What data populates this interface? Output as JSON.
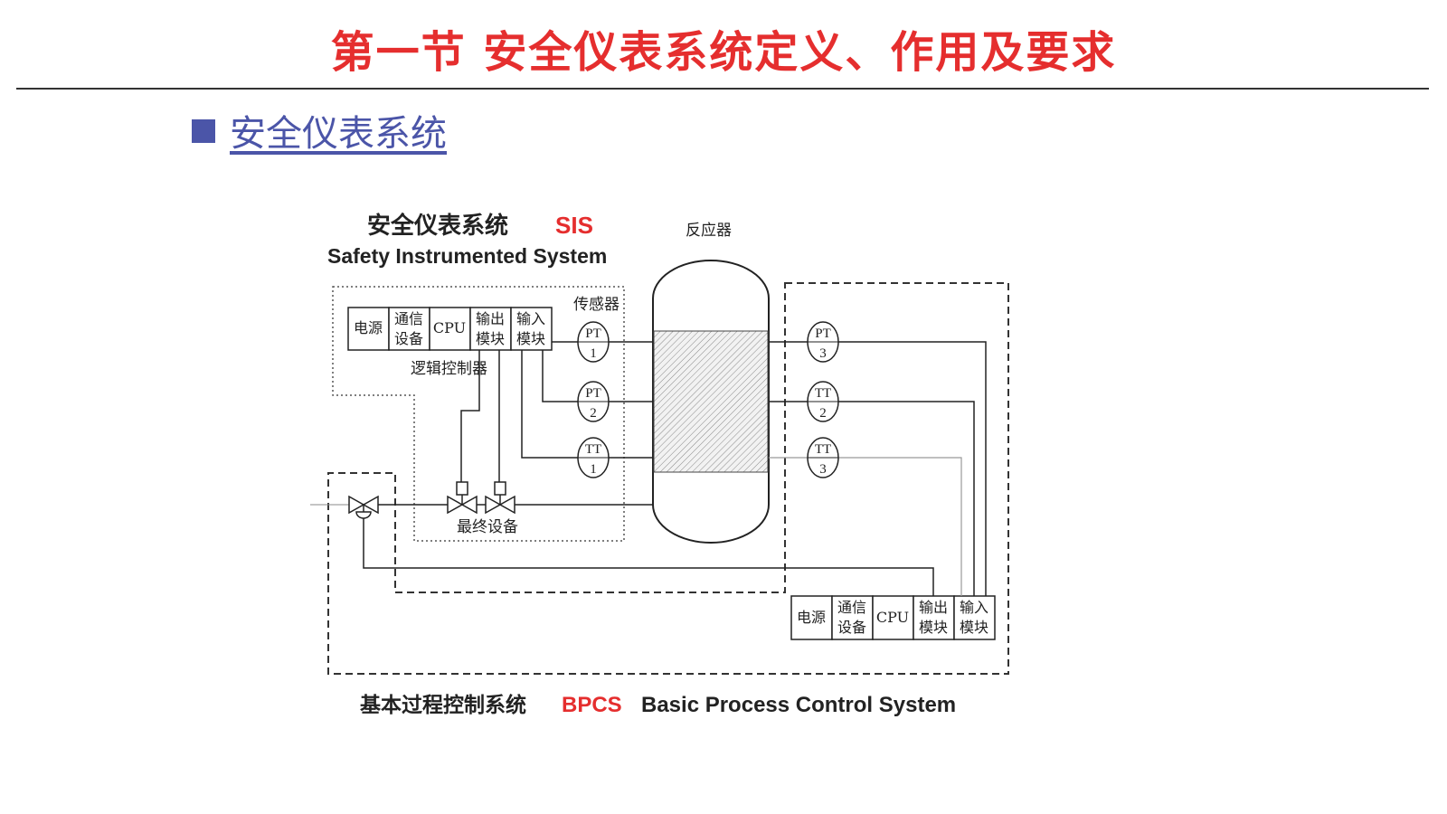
{
  "header": {
    "title": "第一节  安全仪表系统定义、作用及要求"
  },
  "section": {
    "heading": "安全仪表系统"
  },
  "diagram": {
    "sis_title_cn": "安全仪表系统",
    "sis_abbr": "SIS",
    "sis_title_en": "Safety Instrumented System",
    "reactor_label": "反应器",
    "sensor_label": "传感器",
    "logic_controller_label": "逻辑控制器",
    "final_element_label": "最终设备",
    "bpcs_title_cn": "基本过程控制系统",
    "bpcs_abbr": "BPCS",
    "bpcs_title_en": "Basic Process Control System",
    "sis_modules": [
      [
        "电源"
      ],
      [
        "通信",
        "设备"
      ],
      [
        "CPU"
      ],
      [
        "输出",
        "模块"
      ],
      [
        "输入",
        "模块"
      ]
    ],
    "bpcs_modules": [
      [
        "电源"
      ],
      [
        "通信",
        "设备"
      ],
      [
        "CPU"
      ],
      [
        "输出",
        "模块"
      ],
      [
        "输入",
        "模块"
      ]
    ],
    "sis_instruments": [
      [
        "PT",
        "1"
      ],
      [
        "PT",
        "2"
      ],
      [
        "TT",
        "1"
      ]
    ],
    "bpcs_instruments": [
      [
        "PT",
        "3"
      ],
      [
        "TT",
        "2"
      ],
      [
        "TT",
        "3"
      ]
    ],
    "colors": {
      "title_red": "#e52e2e",
      "heading_blue": "#4b55a8",
      "line": "#222222"
    }
  }
}
